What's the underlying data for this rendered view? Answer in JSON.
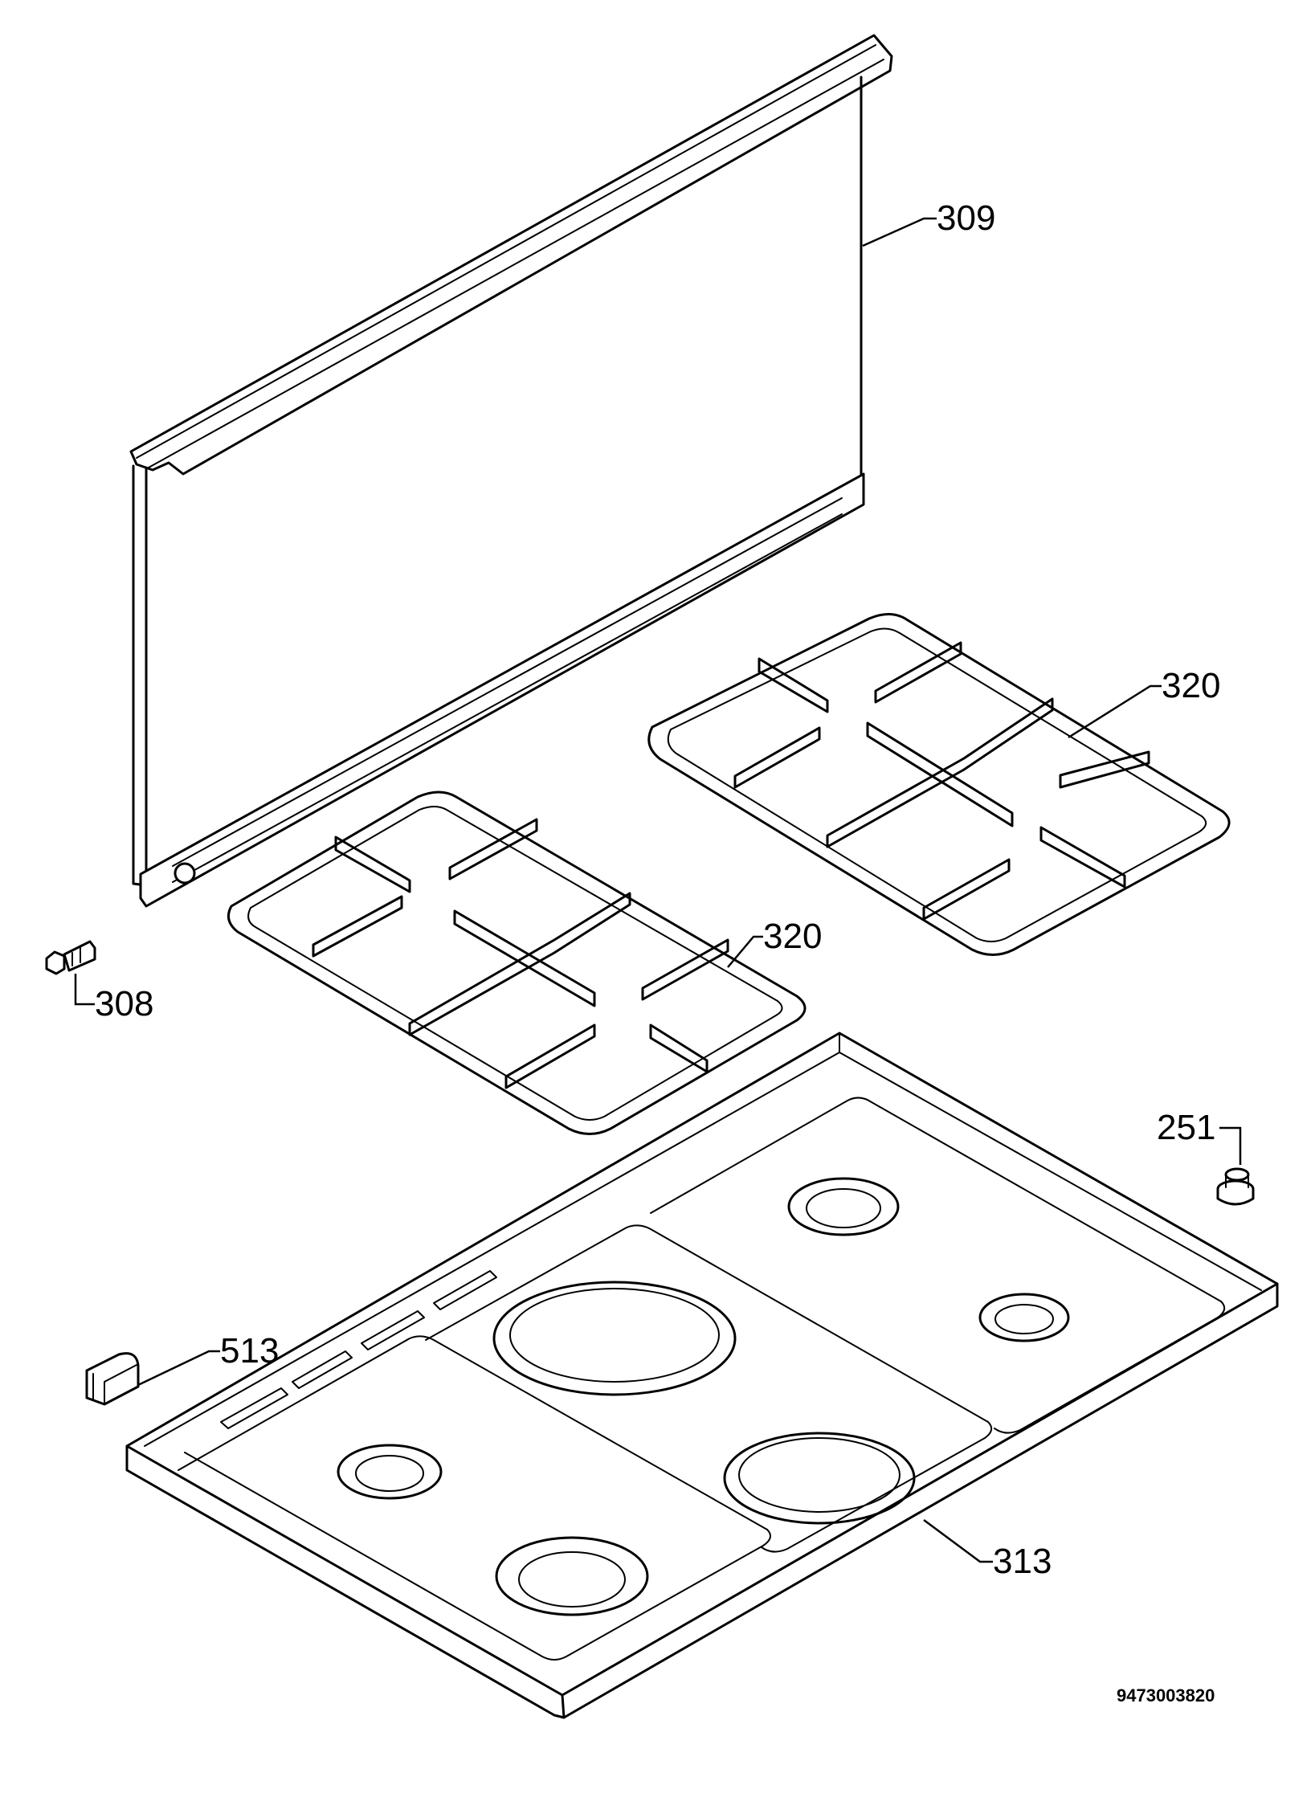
{
  "callouts": {
    "glass_lid": "309",
    "pan_support_right": "320",
    "pan_support_left": "320",
    "hinge_screw": "308",
    "foot": "251",
    "clip": "513",
    "hob_top": "313"
  },
  "document_number": "9473003820"
}
